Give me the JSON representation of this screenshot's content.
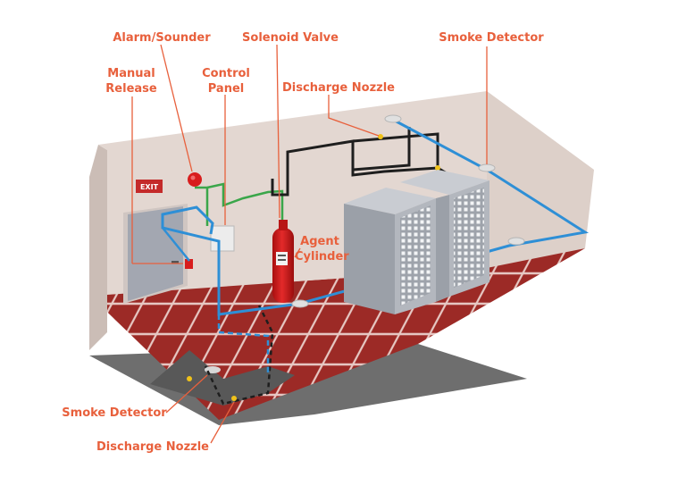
{
  "labels": {
    "alarm_sounder": "Alarm/Sounder",
    "solenoid_valve": "Solenoid Valve",
    "smoke_detector_top": "Smoke Detector",
    "manual_release_line1": "Manual",
    "manual_release_line2": "Release",
    "control_panel_line1": "Control",
    "control_panel_line2": "Panel",
    "discharge_nozzle_top": "Discharge Nozzle",
    "agent_cylinder_line1": "Agent",
    "agent_cylinder_line2": "Cylinder",
    "smoke_detector_bottom": "Smoke Detector",
    "discharge_nozzle_bottom": "Discharge Nozzle"
  },
  "exit_sign": "EXIT",
  "colors": {
    "label": "#e8603c",
    "wall": "#e3d7d1",
    "wall_right": "#ddd0c9",
    "floor_tile": "#9c2a26",
    "grout": "#e7c9c4",
    "pipe_blue": "#2e8fd6",
    "wire_green": "#3aa64a",
    "wire_black": "#1e1e1e",
    "cylinder_red": "#d81d1d",
    "server_grey": "#a9adb5"
  }
}
